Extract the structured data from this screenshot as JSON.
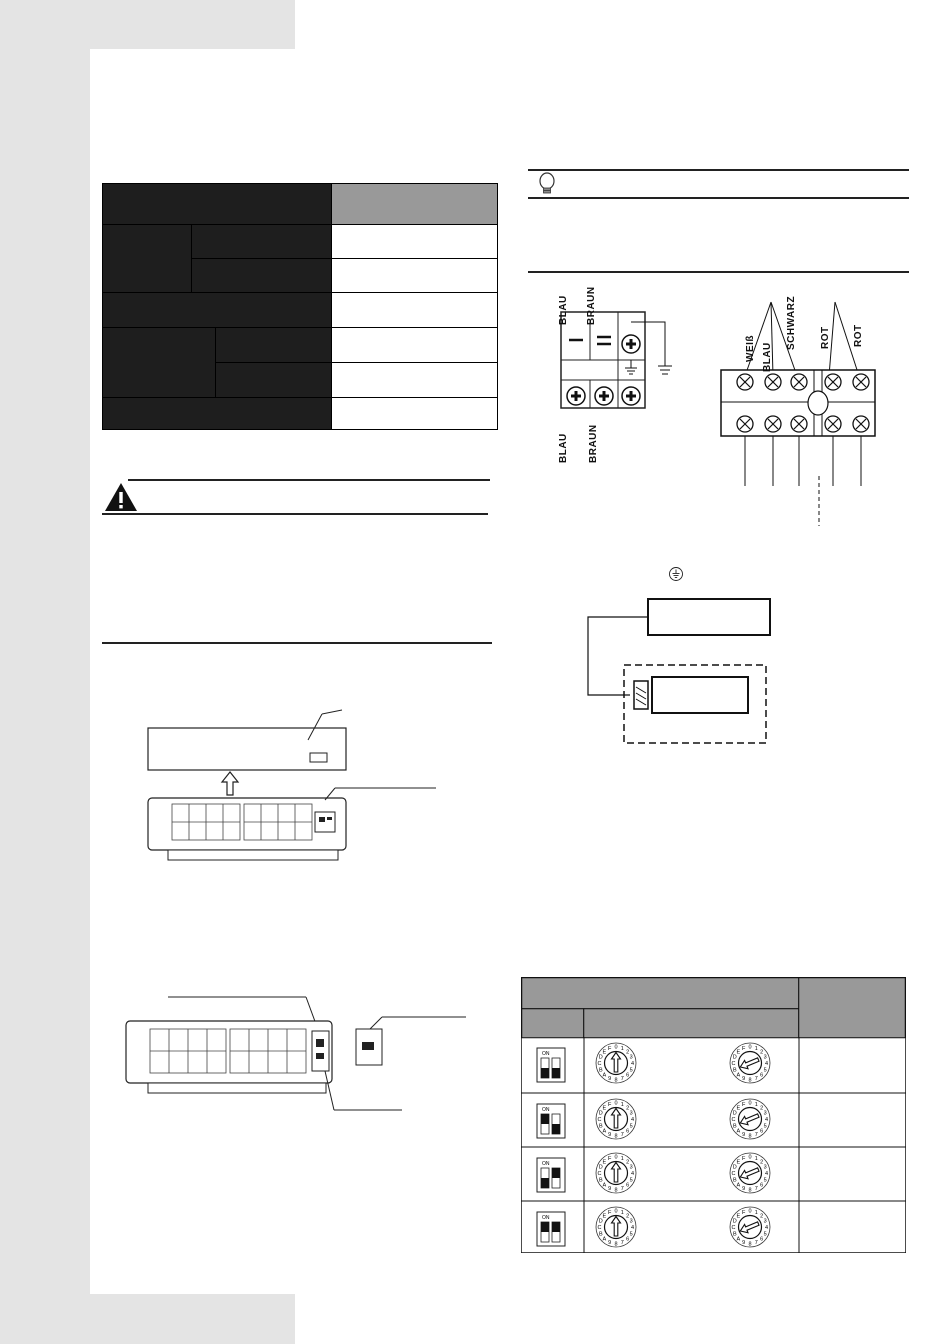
{
  "page": {
    "background": "#ffffff",
    "sidebar_color": "#e4e4e4"
  },
  "spec_table": {
    "header_color": "#1e1e1e",
    "accent_color": "#999999"
  },
  "warning": {
    "icon": "warning-triangle-icon"
  },
  "note": {
    "icon": "lightbulb-icon"
  },
  "wiring": {
    "terminal_left": {
      "top_labels": [
        "BLAU",
        "BRAUN"
      ],
      "bottom_labels": [
        "BLAU",
        "BRAUN"
      ]
    },
    "terminal_right": {
      "labels": [
        "WEIß",
        "BLAU",
        "SCHWARZ",
        "ROT",
        "ROT"
      ]
    }
  },
  "dip_table": {
    "switch_on_label": "ON",
    "dial_digits": [
      "0",
      "1",
      "2",
      "3",
      "4",
      "5",
      "6",
      "7",
      "8",
      "9",
      "A",
      "B",
      "C",
      "D",
      "E",
      "F"
    ]
  }
}
